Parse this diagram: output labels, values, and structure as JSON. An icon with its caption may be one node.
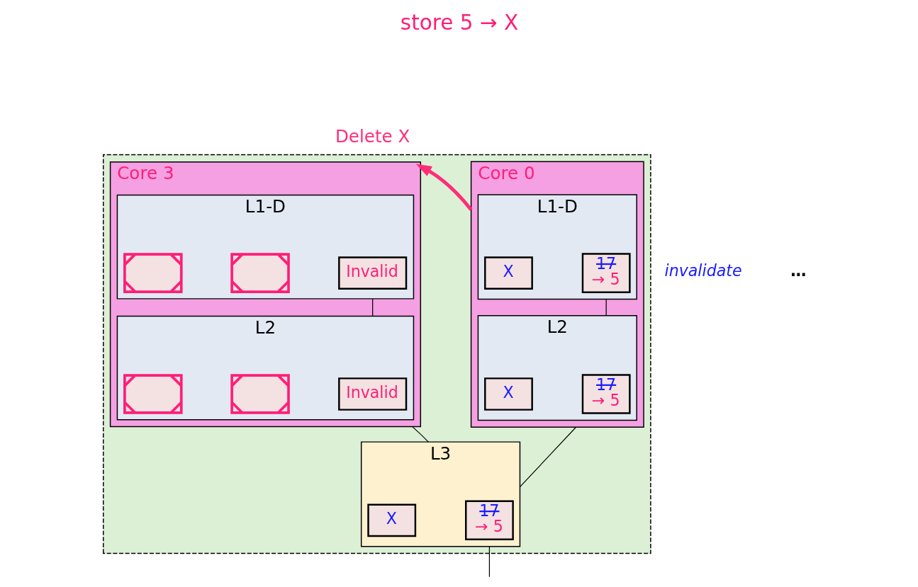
{
  "diagram": {
    "title": "store 5 → X",
    "nodes": [
      {
        "text": [],
        "shape": "box"
      },
      {
        "text": [
          "Core 0"
        ],
        "in": 0
      },
      {
        "text": [
          "L1-D"
        ],
        "in": 1
      },
      {
        "text": [
          "X"
        ],
        "in": 2
      },
      {
        "text": [
          "17",
          "→ 5"
        ],
        "in": 2
      },
      {
        "text": [
          "L2"
        ],
        "in": 1
      },
      {
        "text": [
          "X"
        ],
        "in": 5
      },
      {
        "text": [
          "17",
          "→ 5"
        ],
        "in": 5
      },
      {
        "text": [
          "Core 3"
        ],
        "in": 0
      },
      {
        "text": [
          "L1-D"
        ],
        "in": 8
      },
      {
        "text": [],
        "shape": "box",
        "in": 9
      },
      {
        "text": [],
        "shape": "box",
        "in": 9
      },
      {
        "text": [
          "Invalid"
        ],
        "in": 9
      },
      {
        "text": [
          "L2"
        ],
        "in": 8
      },
      {
        "text": [],
        "shape": "box",
        "in": 13
      },
      {
        "text": [],
        "shape": "box",
        "in": 13
      },
      {
        "text": [
          "Invalid"
        ],
        "in": 13
      },
      {
        "text": [
          "L3"
        ],
        "in": 0
      },
      {
        "text": [
          "X"
        ],
        "in": 17
      },
      {
        "text": [
          "17",
          "→ 5"
        ],
        "in": 17
      }
    ],
    "edges": [
      {
        "from": 2,
        "to": 5,
        "arrow": "none"
      },
      {
        "from": 9,
        "to": 13,
        "arrow": "none"
      },
      {
        "from": 1,
        "to": 8,
        "arrow": "to",
        "label": "Delete X",
        "style": "thick",
        "color": "#ff2d78"
      },
      {
        "from": 1,
        "to": 17,
        "arrow": "none"
      },
      {
        "from": 8,
        "to": 17,
        "arrow": "none"
      },
      {
        "from": 17,
        "to": null,
        "arrow": "none"
      }
    ],
    "labels": [
      "invalidate",
      "…"
    ]
  }
}
